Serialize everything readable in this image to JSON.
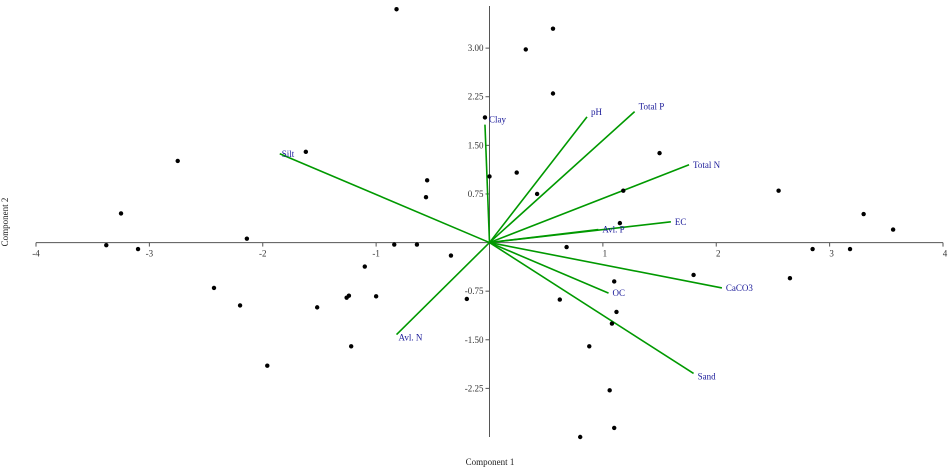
{
  "chart_data": {
    "type": "scatter",
    "subtype": "pca-biplot",
    "title": "",
    "xlabel": "Component 1",
    "ylabel": "Component 2",
    "xlim": [
      -4,
      4
    ],
    "ylim": [
      -3.0,
      3.65
    ],
    "xticks": [
      -4,
      -3,
      -2,
      -1,
      1,
      2,
      3,
      4
    ],
    "xtick_labels": [
      "-4",
      "-3",
      "-2",
      "-1",
      "1",
      "2",
      "3",
      "4"
    ],
    "yticks": [
      3.0,
      2.25,
      1.5,
      0.75,
      -0.75,
      -1.5,
      -2.25
    ],
    "ytick_labels": [
      "3.00",
      "2.25",
      "1.50",
      "0.75",
      "-0.75",
      "-1.50",
      "-2.25"
    ],
    "grid": false,
    "legend": "none",
    "colors": {
      "points": "#000000",
      "loadings": "#009900",
      "loading_labels": "#1a1a99",
      "axes": "#555555"
    },
    "points": [
      {
        "x": -0.82,
        "y": 3.6
      },
      {
        "x": 0.56,
        "y": 3.3
      },
      {
        "x": 0.32,
        "y": 2.98
      },
      {
        "x": 0.56,
        "y": 2.3
      },
      {
        "x": -0.04,
        "y": 1.93
      },
      {
        "x": 1.5,
        "y": 1.38
      },
      {
        "x": -1.62,
        "y": 1.4
      },
      {
        "x": -2.75,
        "y": 1.26
      },
      {
        "x": 0.24,
        "y": 1.08
      },
      {
        "x": 0.0,
        "y": 1.02
      },
      {
        "x": -0.55,
        "y": 0.96
      },
      {
        "x": 1.18,
        "y": 0.8
      },
      {
        "x": 0.42,
        "y": 0.75
      },
      {
        "x": -0.56,
        "y": 0.7
      },
      {
        "x": 2.55,
        "y": 0.8
      },
      {
        "x": 3.3,
        "y": 0.44
      },
      {
        "x": 3.56,
        "y": 0.2
      },
      {
        "x": -3.25,
        "y": 0.45
      },
      {
        "x": 1.15,
        "y": 0.3
      },
      {
        "x": -2.14,
        "y": 0.06
      },
      {
        "x": -3.38,
        "y": -0.04
      },
      {
        "x": -3.1,
        "y": -0.1
      },
      {
        "x": -0.84,
        "y": -0.03
      },
      {
        "x": -0.64,
        "y": -0.03
      },
      {
        "x": 0.68,
        "y": -0.07
      },
      {
        "x": 2.85,
        "y": -0.1
      },
      {
        "x": 3.18,
        "y": -0.1
      },
      {
        "x": -0.34,
        "y": -0.2
      },
      {
        "x": -1.1,
        "y": -0.37
      },
      {
        "x": 1.1,
        "y": -0.6
      },
      {
        "x": 1.8,
        "y": -0.5
      },
      {
        "x": 2.65,
        "y": -0.55
      },
      {
        "x": -2.43,
        "y": -0.7
      },
      {
        "x": -1.24,
        "y": -0.82
      },
      {
        "x": -1.26,
        "y": -0.85
      },
      {
        "x": -1.0,
        "y": -0.83
      },
      {
        "x": -0.2,
        "y": -0.87
      },
      {
        "x": 0.62,
        "y": -0.88
      },
      {
        "x": -2.2,
        "y": -0.97
      },
      {
        "x": -1.52,
        "y": -1.0
      },
      {
        "x": 1.12,
        "y": -1.07
      },
      {
        "x": 1.08,
        "y": -1.25
      },
      {
        "x": -1.22,
        "y": -1.6
      },
      {
        "x": 0.88,
        "y": -1.6
      },
      {
        "x": -1.96,
        "y": -1.9
      },
      {
        "x": 1.06,
        "y": -2.28
      },
      {
        "x": 1.1,
        "y": -2.86
      },
      {
        "x": 0.8,
        "y": -3.0
      }
    ],
    "loadings": [
      {
        "name": "Clay",
        "x": -0.04,
        "y": 1.82
      },
      {
        "name": "pH",
        "x": 0.86,
        "y": 1.94
      },
      {
        "name": "Total P",
        "x": 1.28,
        "y": 2.02
      },
      {
        "name": "Total N",
        "x": 1.76,
        "y": 1.2
      },
      {
        "name": "EC",
        "x": 1.6,
        "y": 0.32
      },
      {
        "name": "Avl. P",
        "x": 0.96,
        "y": 0.2
      },
      {
        "name": "Silt",
        "x": -1.85,
        "y": 1.37
      },
      {
        "name": "Avl. N",
        "x": -0.82,
        "y": -1.42
      },
      {
        "name": "OC",
        "x": 1.05,
        "y": -0.78
      },
      {
        "name": "CaCO3",
        "x": 2.05,
        "y": -0.7
      },
      {
        "name": "Sand",
        "x": 1.8,
        "y": -2.02
      }
    ]
  }
}
